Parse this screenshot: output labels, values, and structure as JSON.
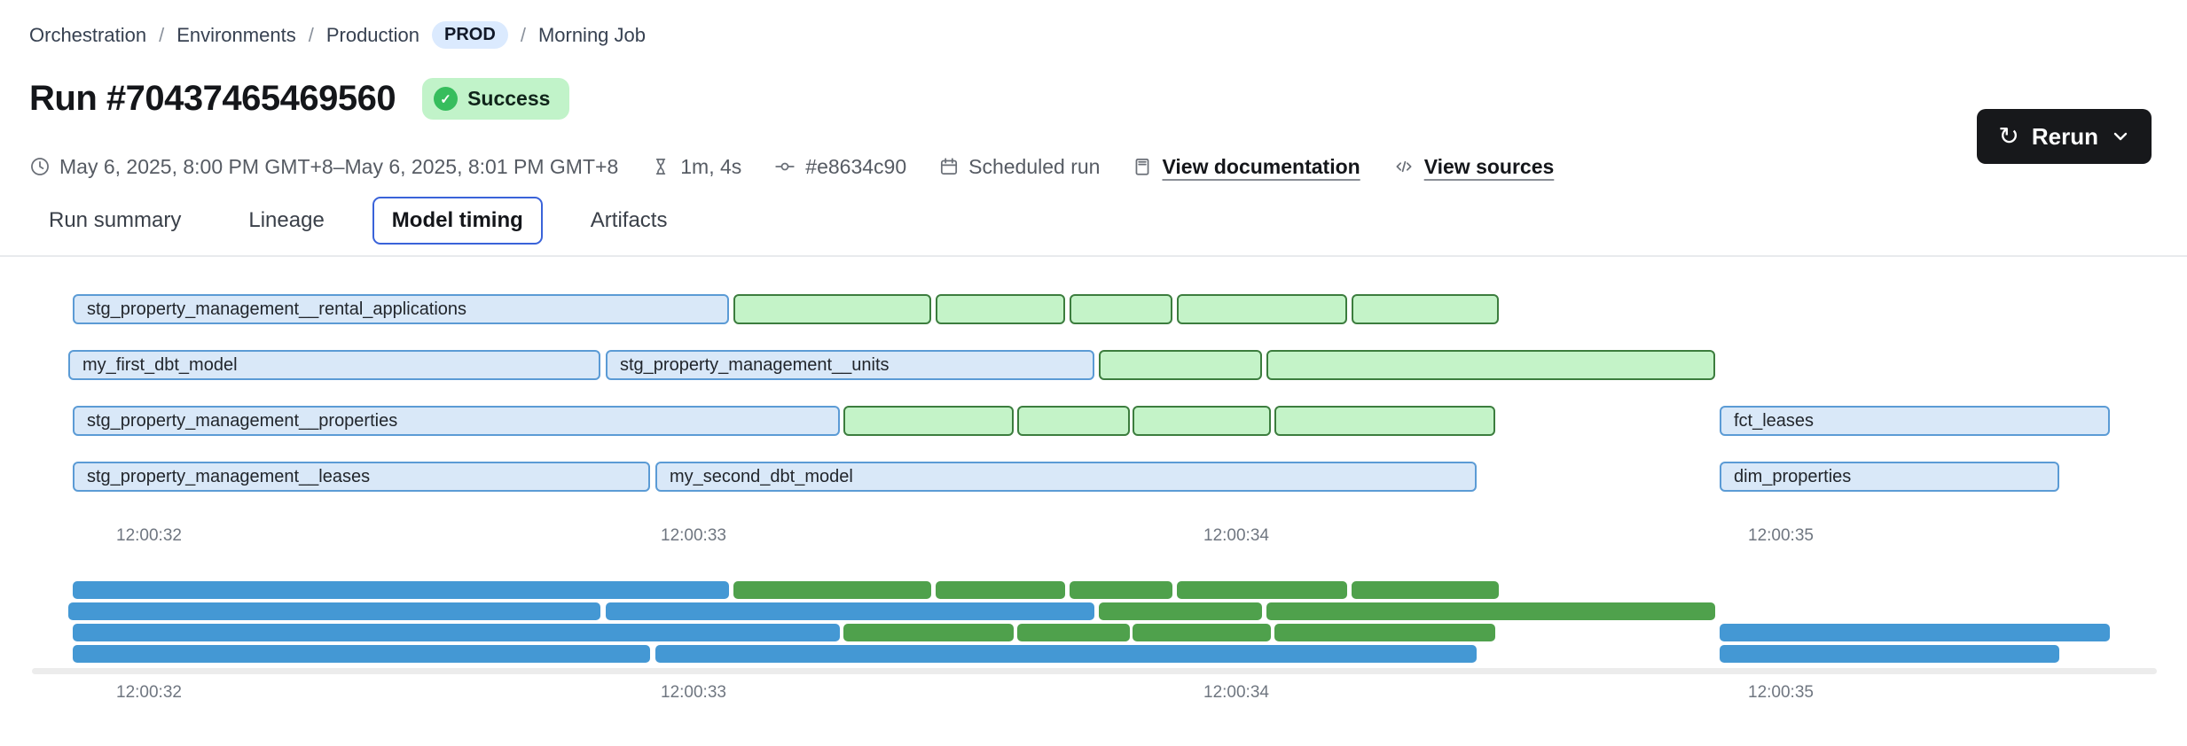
{
  "breadcrumb": {
    "separator": "/",
    "items": [
      {
        "label": "Orchestration",
        "type": "link",
        "sep_before": false
      },
      {
        "label": "Environments",
        "type": "link",
        "sep_before": true
      },
      {
        "label": "Production",
        "type": "link",
        "sep_before": true
      },
      {
        "label": "PROD",
        "type": "badge",
        "sep_before": false
      },
      {
        "label": "Morning Job",
        "type": "current",
        "sep_before": true
      }
    ]
  },
  "header": {
    "title": "Run #70437465469560",
    "status": "Success"
  },
  "meta": {
    "time_range": "May 6, 2025, 8:00 PM GMT+8–May 6, 2025, 8:01 PM GMT+8",
    "duration": "1m, 4s",
    "commit_sha": "#e8634c90",
    "trigger": "Scheduled run",
    "documentation_link": "View documentation",
    "sources_link": "View sources"
  },
  "actions": {
    "rerun_label": "Rerun"
  },
  "tabs": [
    {
      "label": "Run summary",
      "selected": false
    },
    {
      "label": "Lineage",
      "selected": false
    },
    {
      "label": "Model timing",
      "selected": true
    },
    {
      "label": "Artifacts",
      "selected": false
    }
  ],
  "chart_data": {
    "type": "gantt",
    "title": "Model timing",
    "x_ticks": [
      {
        "label": "12:00:32",
        "x": 168
      },
      {
        "label": "12:00:33",
        "x": 782
      },
      {
        "label": "12:00:34",
        "x": 1394
      },
      {
        "label": "12:00:35",
        "x": 2008
      }
    ],
    "colors": {
      "model_fill": "#d9e8f8",
      "model_border": "#5b9bd5",
      "other_fill": "#c4f3c8",
      "other_border": "#3c7d3e",
      "minimap_model": "#4498d4",
      "minimap_other": "#4fa14c"
    },
    "rows": [
      [
        {
          "label": "stg_property_management__rental_applications",
          "kind": "model",
          "x1": 82,
          "x2": 822
        },
        {
          "kind": "other",
          "x1": 827,
          "x2": 1050
        },
        {
          "kind": "other",
          "x1": 1055,
          "x2": 1201
        },
        {
          "kind": "other",
          "x1": 1206,
          "x2": 1322
        },
        {
          "kind": "other",
          "x1": 1327,
          "x2": 1519
        },
        {
          "kind": "other",
          "x1": 1524,
          "x2": 1690
        }
      ],
      [
        {
          "label": "my_first_dbt_model",
          "kind": "model",
          "x1": 77,
          "x2": 677
        },
        {
          "label": "stg_property_management__units",
          "kind": "model",
          "x1": 683,
          "x2": 1234
        },
        {
          "kind": "other",
          "x1": 1239,
          "x2": 1423
        },
        {
          "kind": "other",
          "x1": 1428,
          "x2": 1934
        }
      ],
      [
        {
          "label": "stg_property_management__properties",
          "kind": "model",
          "x1": 82,
          "x2": 947
        },
        {
          "kind": "other",
          "x1": 951,
          "x2": 1143
        },
        {
          "kind": "other",
          "x1": 1147,
          "x2": 1274
        },
        {
          "kind": "other",
          "x1": 1277,
          "x2": 1433
        },
        {
          "kind": "other",
          "x1": 1437,
          "x2": 1686
        },
        {
          "label": "fct_leases",
          "kind": "model",
          "x1": 1939,
          "x2": 2379
        }
      ],
      [
        {
          "label": "stg_property_management__leases",
          "kind": "model",
          "x1": 82,
          "x2": 733
        },
        {
          "label": "my_second_dbt_model",
          "kind": "model",
          "x1": 739,
          "x2": 1665
        },
        {
          "label": "dim_properties",
          "kind": "model",
          "x1": 1939,
          "x2": 2322
        }
      ]
    ]
  }
}
